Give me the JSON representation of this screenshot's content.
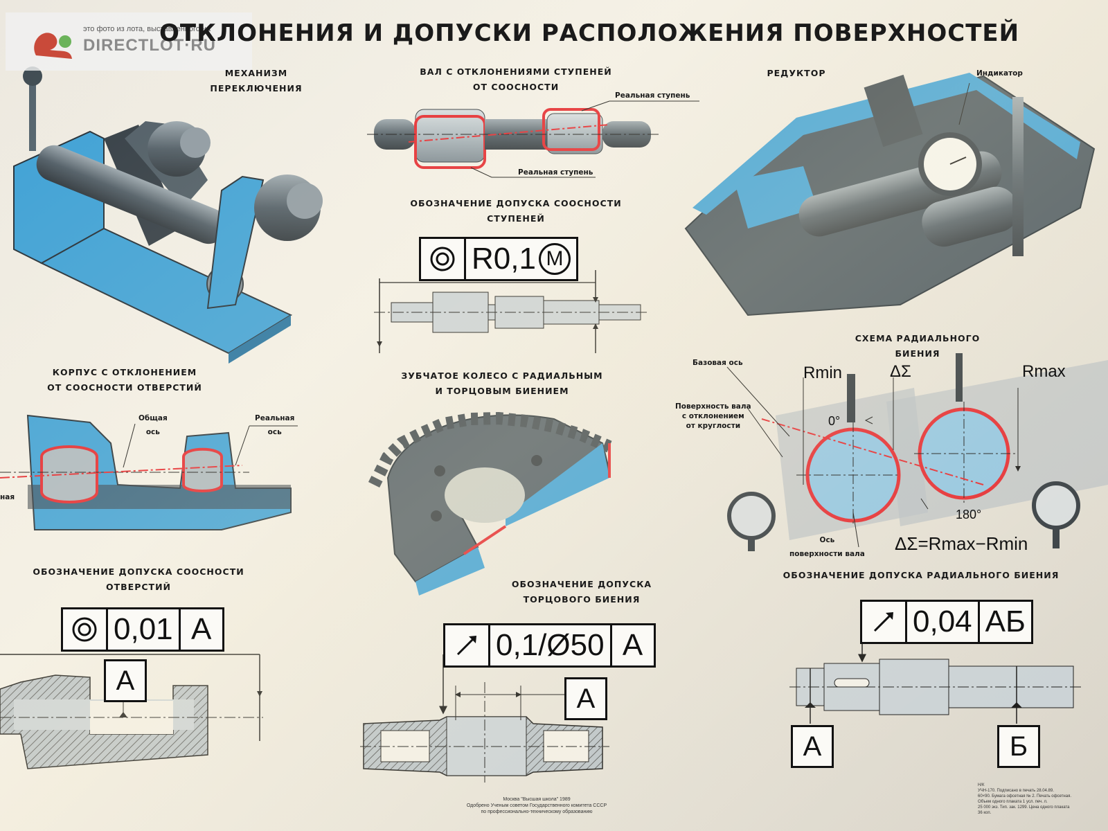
{
  "poster": {
    "title": "ОТКЛОНЕНИЯ И ДОПУСКИ РАСПОЛОЖЕНИЯ ПОВЕРХНОСТЕЙ"
  },
  "watermark": {
    "note": "это фото из лота, выставленного на",
    "brand": "DIRECTLOT·RU"
  },
  "sections": {
    "mechanism": "МЕХАНИЗМ\nПЕРЕКЛЮЧЕНИЯ",
    "shaft": "ВАЛ С ОТКЛОНЕНИЯМИ СТУПЕНЕЙ\nОТ СООСНОСТИ",
    "reducer": "РЕДУКТОР",
    "coaxial_steps": "ОБОЗНАЧЕНИЕ ДОПУСКА СООСНОСТИ\nСТУПЕНЕЙ",
    "housing": "КОРПУС С ОТКЛОНЕНИЕМ\nОТ СООСНОСТИ ОТВЕРСТИЙ",
    "gear": "ЗУБЧАТОЕ КОЛЕСО С РАДИАЛЬНЫМ\nИ ТОРЦОВЫМ БИЕНИЕМ",
    "radial_scheme": "СХЕМА РАДИАЛЬНОГО БИЕНИЯ",
    "coaxial_holes": "ОБОЗНАЧЕНИЕ ДОПУСКА СООСНОСТИ\nОТВЕРСТИЙ",
    "face_runout": "ОБОЗНАЧЕНИЕ ДОПУСКА\nТОРЦОВОГО БИЕНИЯ",
    "radial_runout": "ОБОЗНАЧЕНИЕ ДОПУСКА РАДИАЛЬНОГО БИЕНИЯ"
  },
  "callouts": {
    "real_step_top": "Реальная ступень",
    "real_step_bottom": "Реальная ступень",
    "indicator": "Индикатор",
    "common_axis": "Общая\nось",
    "real_axis": "Реальная\nось",
    "real_axis_left_fragment": "ная",
    "base_axis": "Базовая ось",
    "shaft_surface": "Поверхность вала\nс отклонением\nот круглости",
    "shaft_surface_axis": "Ось\nповерхности вала",
    "zero_deg": "0°",
    "deg_180": "180°",
    "r_min": "Rmin",
    "r_max": "Rmax",
    "delta_sigma": "ΔΣ",
    "formula": "ΔΣ=Rmax−Rmin"
  },
  "frames": {
    "coaxial_steps": {
      "symbol": "concentricity-icon",
      "value": "R0,1",
      "modifier": "M"
    },
    "coaxial_holes": {
      "symbol": "concentricity-icon",
      "value": "0,01",
      "datum": "A"
    },
    "face_runout": {
      "symbol": "runout-arrow-icon",
      "value": "0,1/Ø50",
      "datum": "A"
    },
    "radial_runout": {
      "symbol": "runout-arrow-icon",
      "value": "0,04",
      "datum": "АБ"
    }
  },
  "datums": {
    "holes": "А",
    "face": "А",
    "radial_a": "А",
    "radial_b": "Б"
  },
  "imprint": {
    "bottom_center": "Москва \"Высшая школа\" 1989\nОдобрено Ученым советом Государственного комитета СССР\nпо профессионально-техническому образованию",
    "bottom_right": "Н/К\nУЧН-170. Подписано в печать 28.04.89.\n60×90. Бумага офсетная № 2. Печать офсетная.\nОбъем одного плаката 1 усл. печ. л.\n25 000 экз. Тип. зак. 1299. Цена одного плаката\n36 коп."
  },
  "colors": {
    "section_blue": "#3a9fd6",
    "steel": "#5f6f7c",
    "deviation_red": "#e3242b",
    "paper": "#f2efe7"
  }
}
